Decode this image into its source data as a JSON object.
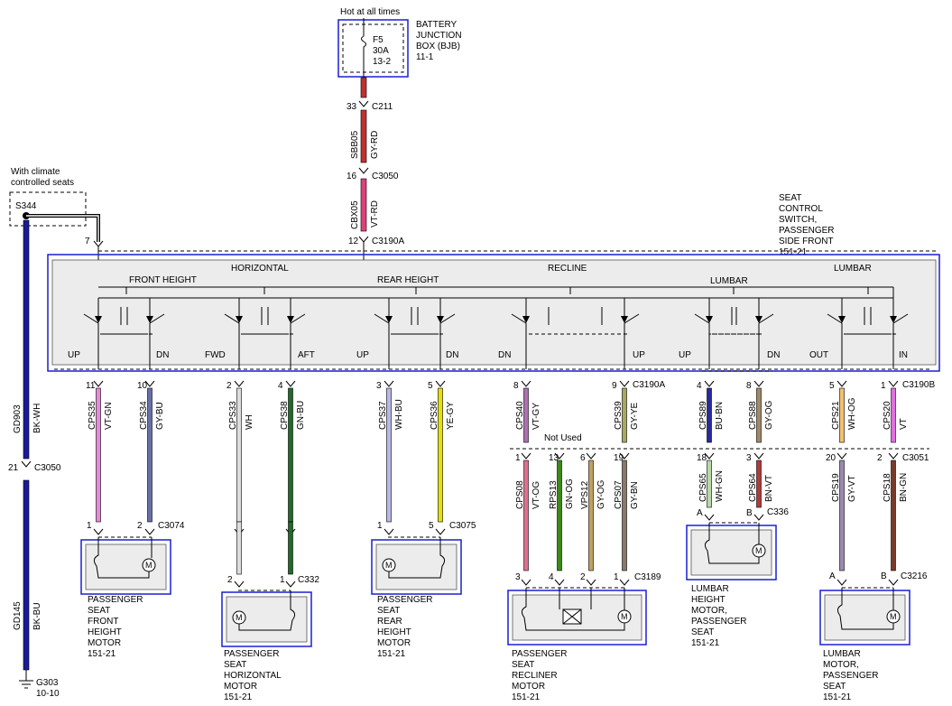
{
  "top": {
    "hot": "Hot at all times"
  },
  "bjb": {
    "fuse": [
      "F5",
      "30A",
      "13-2"
    ],
    "label": [
      "BATTERY",
      "JUNCTION",
      "BOX (BJB)",
      "11-1"
    ]
  },
  "feed": {
    "pin1": "33",
    "conn1": "C211",
    "circ1": "SBB05",
    "col1": "GY-RD",
    "pin2": "16",
    "conn2": "C3050",
    "circ2": "CBX05",
    "col2": "VT-RD",
    "pin3": "12",
    "conn3": "C3190A"
  },
  "switch_label": [
    "SEAT",
    "CONTROL",
    "SWITCH,",
    "PASSENGER",
    "SIDE FRONT",
    "151-21"
  ],
  "switch": {
    "sections": [
      "HORIZONTAL",
      "RECLINE",
      "LUMBAR"
    ],
    "sub": [
      "FRONT HEIGHT",
      "REAR HEIGHT",
      "LUMBAR"
    ],
    "positions": [
      "UP",
      "DN",
      "FWD",
      "AFT",
      "UP",
      "DN",
      "DN",
      "UP",
      "UP",
      "DN",
      "OUT",
      "IN"
    ]
  },
  "ground": {
    "climate": [
      "With climate",
      "controlled seats"
    ],
    "splice": "S344",
    "pin7": "7",
    "circ1": "GD903",
    "col1": "BK-WH",
    "pin21": "21",
    "conn": "C3050",
    "circ2": "GD145",
    "col2": "BK-BU",
    "g": "G303",
    "gref": "10-10"
  },
  "c3190a": "C3190A",
  "c3190b": "C3190B",
  "not_used": "Not Used",
  "c3051": "C3051",
  "wires": [
    {
      "pin": "11",
      "circ": "CPS35",
      "col": "VT-GN"
    },
    {
      "pin": "10",
      "circ": "CPS34",
      "col": "GY-BU"
    },
    {
      "pin": "2",
      "circ": "CPS33",
      "col": "WH"
    },
    {
      "pin": "4",
      "circ": "CPS38",
      "col": "GN-BU"
    },
    {
      "pin": "3",
      "circ": "CPS37",
      "col": "WH-BU"
    },
    {
      "pin": "5",
      "circ": "CPS36",
      "col": "YE-GY"
    },
    {
      "pin": "8",
      "circ": "CPS40",
      "col": "VT-GY"
    },
    {
      "pin": "9",
      "circ": "CPS39",
      "col": "GY-YE"
    },
    {
      "pin": "4",
      "circ": "CPS89",
      "col": "BU-BN"
    },
    {
      "pin": "8",
      "circ": "CPS88",
      "col": "GY-OG"
    },
    {
      "pin": "5",
      "circ": "CPS21",
      "col": "WH-OG"
    },
    {
      "pin": "1",
      "circ": "CPS20",
      "col": "VT"
    }
  ],
  "recliner_wires": [
    {
      "top": "1",
      "circ": "CPS08",
      "col": "VT-OG",
      "bot": "3"
    },
    {
      "top": "13",
      "circ": "RPS13",
      "col": "GN-OG",
      "bot": "4"
    },
    {
      "top": "6",
      "circ": "VPS12",
      "col": "GY-OG",
      "bot": "2"
    },
    {
      "top": "19",
      "circ": "CPS07",
      "col": "GY-BN",
      "bot": "1"
    }
  ],
  "lh_wires": [
    {
      "top": "18",
      "circ": "CPS65",
      "col": "WH-GN",
      "bot": "A"
    },
    {
      "top": "3",
      "circ": "CPS64",
      "col": "BN-VT",
      "bot": "B"
    }
  ],
  "lm_wires": [
    {
      "top": "20",
      "circ": "CPS19",
      "col": "GY-VT",
      "bot": "A"
    },
    {
      "top": "2",
      "circ": "CPS18",
      "col": "BN-GN",
      "bot": "B"
    }
  ],
  "motors": {
    "front": {
      "p1": "1",
      "p2": "2",
      "conn": "C3074",
      "label": [
        "PASSENGER",
        "SEAT",
        "FRONT",
        "HEIGHT",
        "MOTOR",
        "151-21"
      ]
    },
    "horiz": {
      "p1": "2",
      "p2": "1",
      "conn": "C332",
      "label": [
        "PASSENGER",
        "SEAT",
        "HORIZONTAL",
        "MOTOR",
        "151-21"
      ]
    },
    "rear": {
      "p1": "1",
      "p2": "5",
      "conn": "C3075",
      "label": [
        "PASSENGER",
        "SEAT",
        "REAR",
        "HEIGHT",
        "MOTOR",
        "151-21"
      ]
    },
    "recl": {
      "conn": "C3189",
      "label": [
        "PASSENGER",
        "SEAT",
        "RECLINER",
        "MOTOR",
        "151-21"
      ]
    },
    "lh": {
      "conn": "C336",
      "label": [
        "LUMBAR",
        "HEIGHT",
        "MOTOR,",
        "PASSENGER",
        "SEAT",
        "151-21"
      ]
    },
    "lm": {
      "conn": "C3216",
      "label": [
        "LUMBAR",
        "MOTOR,",
        "PASSENGER",
        "SEAT",
        "151-21"
      ]
    }
  },
  "motor_glyph": "M",
  "colors": {
    "frame": "#1a1fd6",
    "ground_wire": "#1a1a9a",
    "VT-GN": "#e88ad8",
    "GY-BU": "#6a6fa8",
    "WH": "#dddddd",
    "GN-BU": "#1f6b2a",
    "WH-BU": "#b8b8e8",
    "YE-GY": "#e8e000",
    "VT-GY": "#b070b0",
    "GY-YE": "#a8a860",
    "BU-BN": "#2a2a9a",
    "GY-OG": "#a08a6a",
    "WH-OG": "#f0c070",
    "VT": "#e070e0",
    "VT-OG": "#e07090",
    "GN-OG": "#3a8a1a",
    "GY-OG2": "#c0a060",
    "GY-BN": "#8a7a6a",
    "WH-GN": "#b8d8a8",
    "BN-VT": "#b03a3a",
    "GY-VT": "#9a8ab0",
    "BN-GN": "#7a3a2a",
    "GY-RD": "#c03030",
    "VT-RD": "#e0407a",
    "fuse_top": "#c03030"
  }
}
